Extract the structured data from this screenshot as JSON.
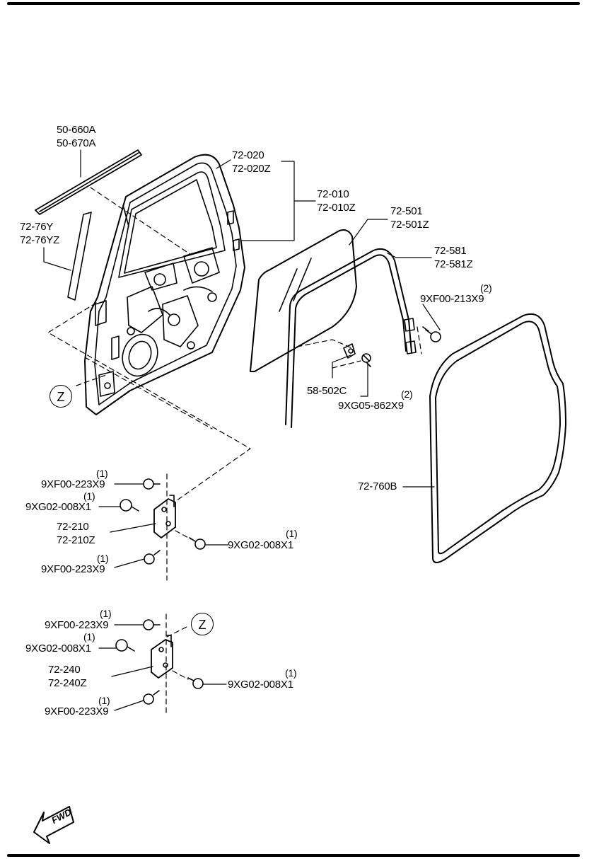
{
  "parts": {
    "garnish": [
      "50-660A",
      "50-670A"
    ],
    "sash_tape": [
      "72-76Y",
      "72-76YZ"
    ],
    "door_panel": [
      "72-020",
      "72-020Z"
    ],
    "door_assy": [
      "72-010",
      "72-010Z"
    ],
    "glass": [
      "72-501",
      "72-501Z"
    ],
    "glass_run": [
      "72-581",
      "72-581Z"
    ],
    "bolt_213": {
      "qty": "(2)",
      "code": "9XF00-213X9"
    },
    "glass_holder": "58-502C",
    "screw_862": {
      "qty": "(2)",
      "code": "9XG05-862X9"
    },
    "weatherstrip": "72-760B",
    "upper_hinge": [
      "72-210",
      "72-210Z"
    ],
    "upper_bolt_a": {
      "qty": "(1)",
      "code": "9XF00-223X9"
    },
    "upper_bolt_b": {
      "qty": "(1)",
      "code": "9XG02-008X1"
    },
    "upper_bolt_c": {
      "qty": "(1)",
      "code": "9XG02-008X1"
    },
    "upper_bolt_d": {
      "qty": "(1)",
      "code": "9XF00-223X9"
    },
    "lower_hinge": [
      "72-240",
      "72-240Z"
    ],
    "lower_bolt_a": {
      "qty": "(1)",
      "code": "9XF00-223X9"
    },
    "lower_bolt_b": {
      "qty": "(1)",
      "code": "9XG02-008X1"
    },
    "lower_bolt_c": {
      "qty": "(1)",
      "code": "9XG02-008X1"
    },
    "lower_bolt_d": {
      "qty": "(1)",
      "code": "9XF00-223X9"
    }
  },
  "ref_marks": {
    "z1": "Z",
    "z2": "Z"
  },
  "fwd": "FWD",
  "colors": {
    "ink": "#000000",
    "paper": "#ffffff"
  }
}
